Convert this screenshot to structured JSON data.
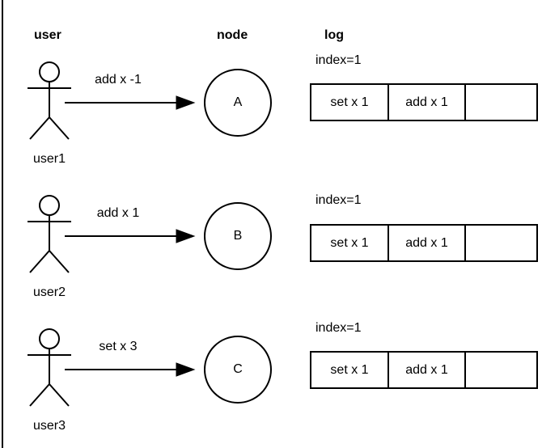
{
  "diagram": {
    "headers": {
      "user": "user",
      "node": "node",
      "log": "log"
    },
    "rows": [
      {
        "user_label": "user1",
        "message": "add x -1",
        "node_letter": "A",
        "log": {
          "index_label": "index=1",
          "cells": [
            "set x 1",
            "add x 1",
            ""
          ]
        }
      },
      {
        "user_label": "user2",
        "message": "add x 1",
        "node_letter": "B",
        "log": {
          "index_label": "index=1",
          "cells": [
            "set x 1",
            "add x 1",
            ""
          ]
        }
      },
      {
        "user_label": "user3",
        "message": "set x 3",
        "node_letter": "C",
        "log": {
          "index_label": "index=1",
          "cells": [
            "set x 1",
            "add x 1",
            ""
          ]
        }
      }
    ],
    "colors": {
      "line": "#000000",
      "background": "#ffffff"
    }
  }
}
